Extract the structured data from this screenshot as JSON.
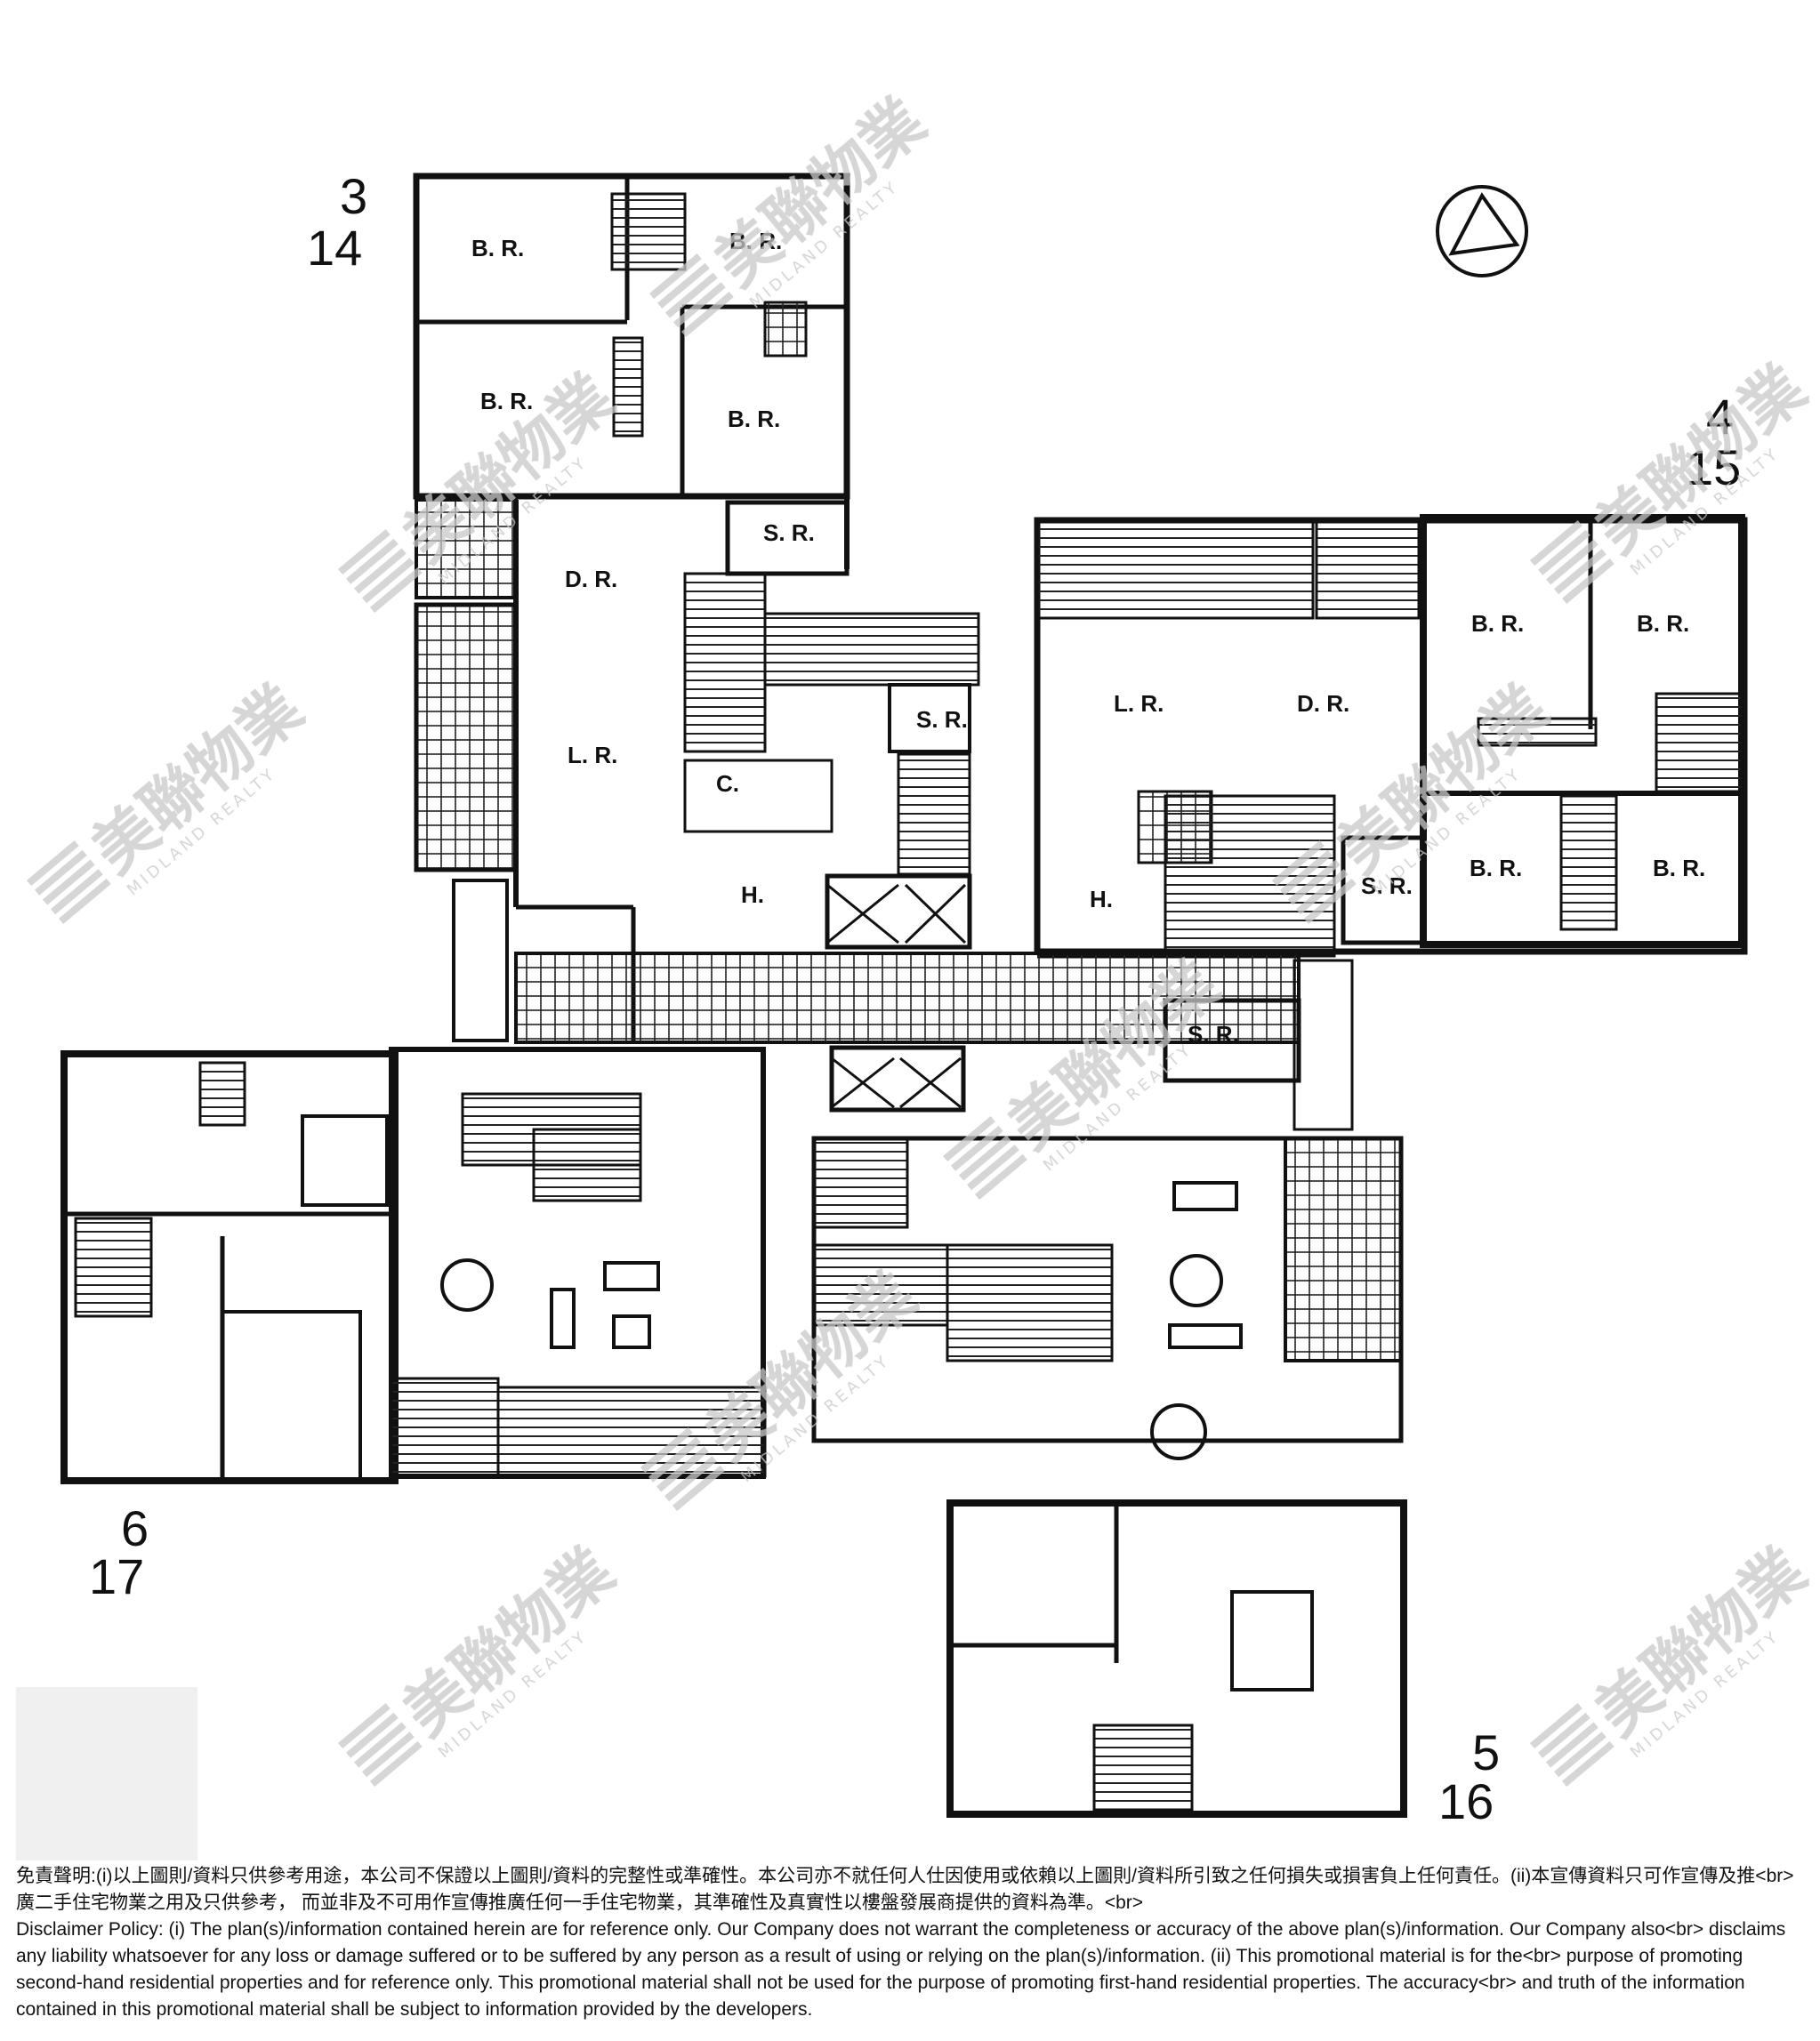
{
  "rooms": {
    "br": "B. R.",
    "dr": "D. R.",
    "lr": "L. R.",
    "sr": "S. R.",
    "h": "H.",
    "c": "C."
  },
  "unit_numbers": {
    "u3": "3",
    "u14": "14",
    "u4": "4",
    "u15": "15",
    "u6": "6",
    "u17": "17",
    "u5": "5",
    "u16": "16"
  },
  "watermark": {
    "logo_chinese": "美聯物業",
    "logo_english": "MIDLAND REALTY"
  },
  "disclaimer": {
    "chinese": "免責聲明:(i)以上圖則/資料只供參考用途，本公司不保證以上圖則/資料的完整性或準確性。本公司亦不就任何人仕因使用或依賴以上圖則/資料所引致之任何損失或損害負上任何責任。(ii)本宣傳資料只可作宣傳及推<br>廣二手住宅物業之用及只供參考， 而並非及不可用作宣傳推廣任何一手住宅物業，其準確性及真實性以樓盤發展商提供的資料為準。<br>",
    "english": "Disclaimer Policy: (i) The plan(s)/information contained herein are for reference only. Our Company does not warrant the completeness or accuracy of the above plan(s)/information. Our Company also<br> disclaims any liability whatsoever for any loss or damage suffered or to be suffered by any person as a result of using or relying on the plan(s)/information. (ii) This promotional material is for the<br> purpose of promoting second-hand residential properties and for reference only. This promotional material shall not be used for the purpose of promoting first-hand residential properties. The accuracy<br> and truth of the information contained in this promotional material shall be subject to information provided by the developers."
  }
}
